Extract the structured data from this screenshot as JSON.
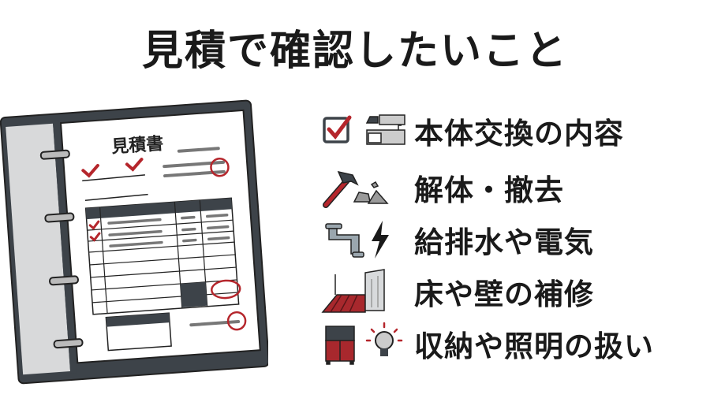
{
  "title": "見積で確認したいこと",
  "document": {
    "heading": "見積書"
  },
  "items": [
    {
      "label": "本体交換の内容",
      "icons": [
        "checkbox-icon",
        "kitchen-icon"
      ]
    },
    {
      "label": "解体・撤去",
      "icons": [
        "hammer-icon",
        "rubble-icon"
      ]
    },
    {
      "label": "給排水や電気",
      "icons": [
        "pipe-icon",
        "lightning-icon"
      ]
    },
    {
      "label": "床や壁の補修",
      "icons": [
        "floor-icon",
        "wall-icon"
      ]
    },
    {
      "label": "収納や照明の扱い",
      "icons": [
        "cabinet-icon",
        "lightbulb-icon"
      ]
    }
  ],
  "colors": {
    "accent": "#b5262c",
    "dark": "#3d4349",
    "gray": "#8a8e92",
    "text": "#1a1a1a"
  }
}
